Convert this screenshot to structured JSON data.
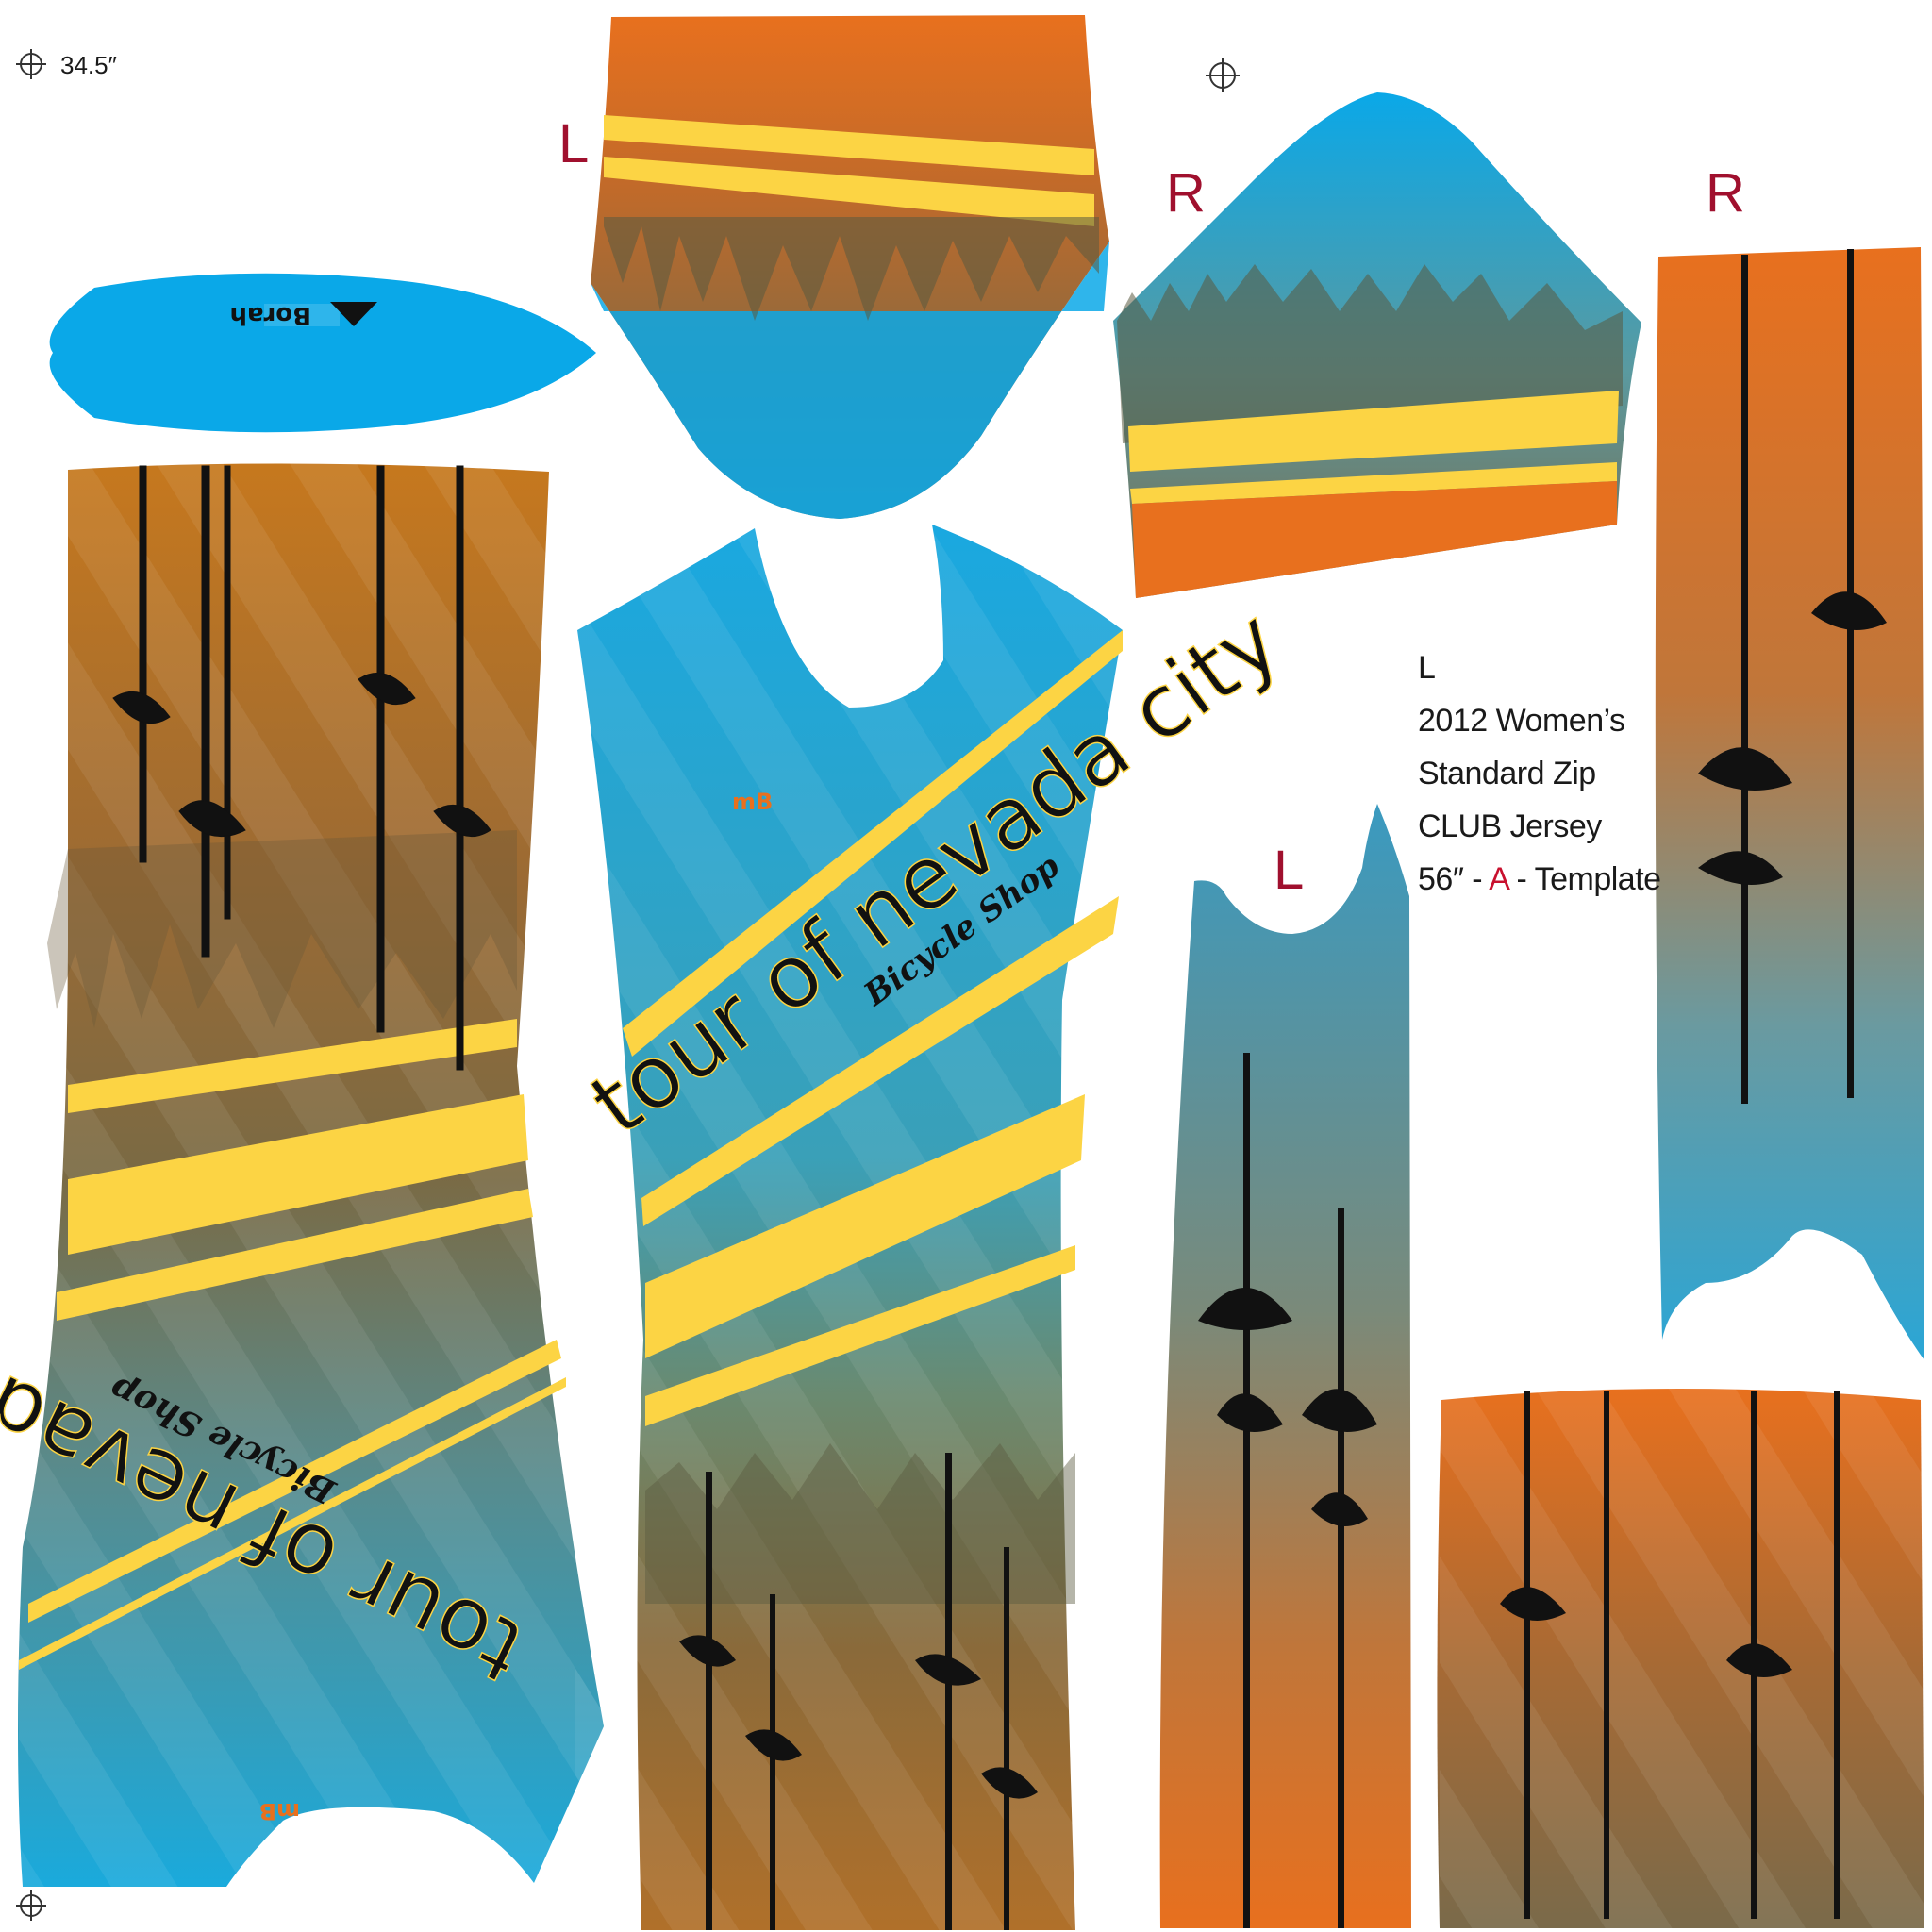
{
  "measure_label": "34.5″",
  "piece_labels": {
    "collar_top": "L",
    "sleeve_right": "R",
    "side_right": "R",
    "side_left_bottom": "L"
  },
  "template_info": {
    "line1": "L",
    "line2": "2012 Women’s",
    "line3": "Standard Zip",
    "line4": "CLUB Jersey",
    "line5_prefix": "56″ - ",
    "line5_highlight": "A",
    "line5_suffix": " - Template"
  },
  "design_text": {
    "club_name": "tour of nevada city",
    "club_subtitle": "Bicycle Shop",
    "brand_mark": "mB",
    "collar_brand": "Borah"
  },
  "colors": {
    "sky_blue": "#0aa8e8",
    "orange": "#e8701e",
    "yellow": "#fcd444",
    "brown": "#8a5a2a",
    "label_red": "#a0102e",
    "tree_black": "#111111"
  }
}
